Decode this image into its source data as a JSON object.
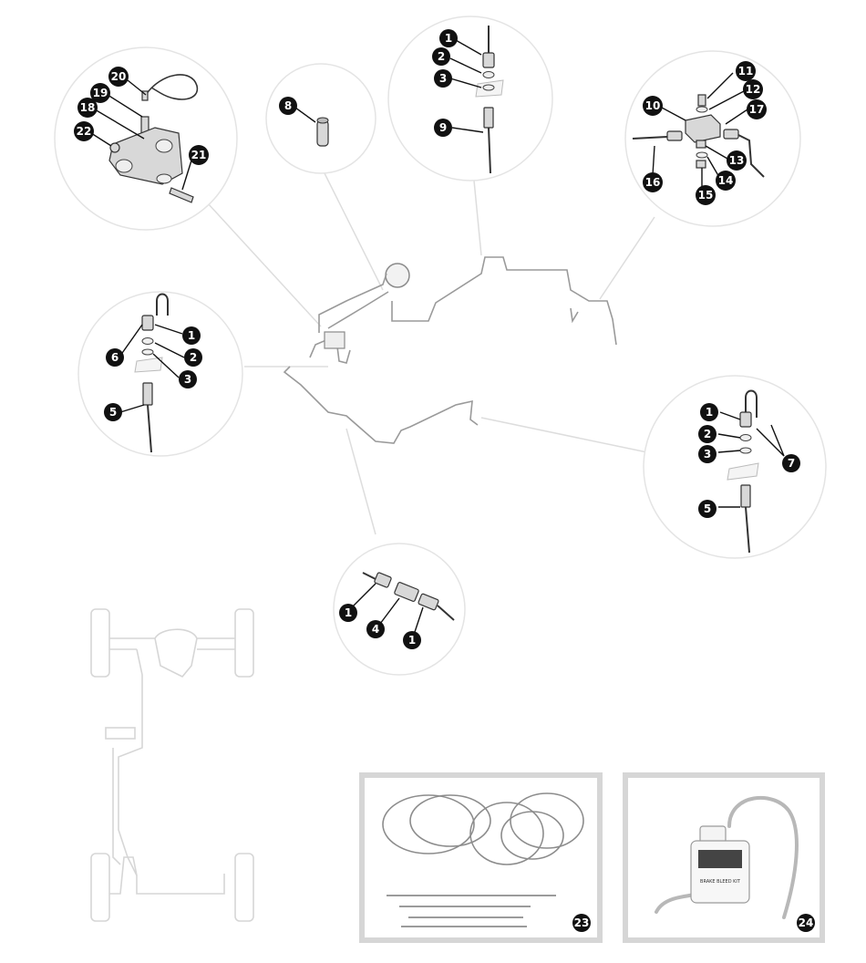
{
  "colors": {
    "callout": "#111111",
    "callout_text": "#ffffff",
    "pipe": "#9a9a9a",
    "panel_border": "#d6d6d6",
    "guide_line": "#dddddd"
  },
  "callouts": {
    "c1_top_fitting": "1",
    "c2_top_olive": "2",
    "c3_top_washer": "3",
    "c9_flexible_hose": "9",
    "c8_connector": "8",
    "c20_switch_wire": "20",
    "c19_switch": "19",
    "c18_pdwa_valve": "18",
    "c22_plug": "22",
    "c21_bolt": "21",
    "c11_bolt": "11",
    "c12_washer": "12",
    "c10_tee_piece": "10",
    "c17_pipe_nut": "17",
    "c13_union": "13",
    "c14_washer": "14",
    "c15_nut": "15",
    "c16_pipe": "16",
    "c1_left_fitting": "1",
    "c6_left_pipe": "6",
    "c2_left_olive": "2",
    "c3_left_washer": "3",
    "c5_left_hose": "5",
    "c1_right_fitting": "1",
    "c2_right_olive": "2",
    "c3_right_washer": "3",
    "c7_right_pipe": "7",
    "c5_right_hose": "5",
    "c1_joint_a": "1",
    "c4_joint_connector": "4",
    "c1_joint_b": "1",
    "c23_pipe_kit": "23",
    "c24_bleed_kit": "24"
  },
  "bleed_kit": {
    "label": "BRAKE BLEED KIT"
  }
}
